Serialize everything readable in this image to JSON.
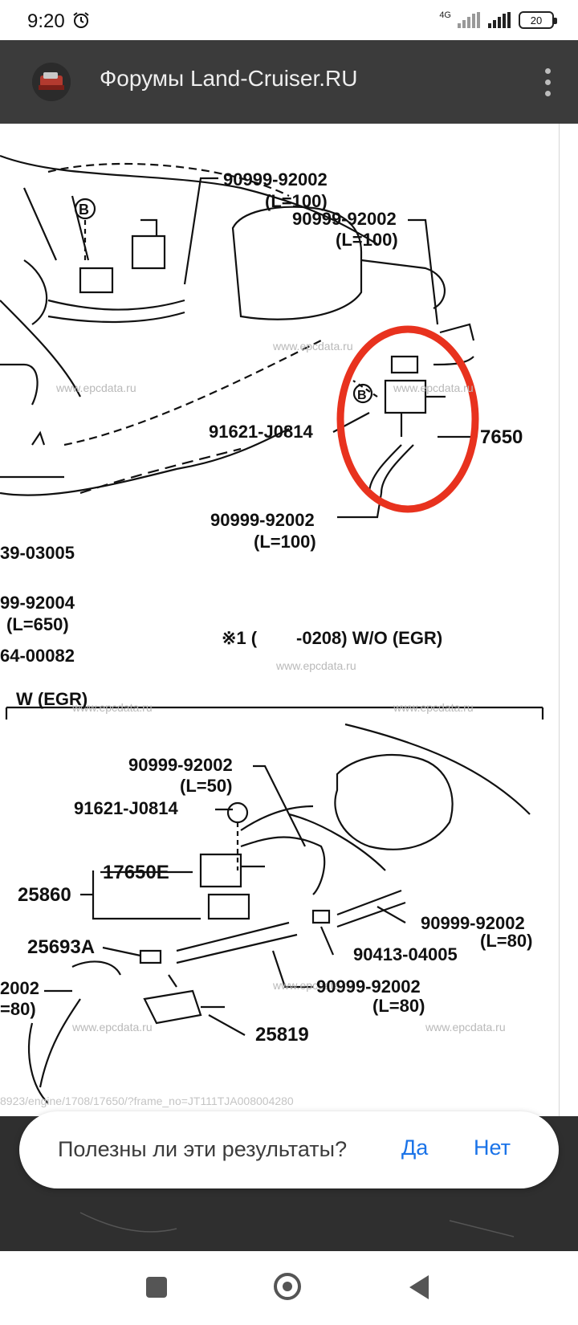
{
  "status": {
    "time": "9:20",
    "network": "4G",
    "battery": "20"
  },
  "header": {
    "site_title": "Форумы Land-Cruiser.RU"
  },
  "diagram": {
    "watermark": "www.epcdata.ru",
    "ref_b": "B",
    "top": {
      "hose_1": "90999-92002",
      "hose_1_len": "(L=100)",
      "hose_2": "90999-92002",
      "hose_2_len": "(L=100)",
      "clip": "91621-J0814",
      "valve": "7650",
      "hose_3": "90999-92002",
      "hose_3_len": "(L=100)",
      "left_1": "39-03005",
      "left_2": "99-92004",
      "left_2_len": "(L=650)",
      "left_3": "64-00082",
      "note": "※1 (        -0208) W/O (EGR)"
    },
    "bottom": {
      "section": "W (EGR)",
      "hose_a": "90999-92002",
      "hose_a_len": "(L=50)",
      "clip": "91621-J0814",
      "valve": "17650E",
      "bracket": "25860",
      "hose_b": "90999-92002",
      "hose_b_len": "(L=80)",
      "filter": "25693A",
      "union": "90413-04005",
      "hose_c": "90999-92002",
      "hose_c_len": "(L=80)",
      "hose_d": "2002",
      "hose_d_len": "=80)",
      "vsv": "25819"
    },
    "url_fragment": "8923/engine/1708/17650/?frame_no=JT111TJA008004280"
  },
  "feedback": {
    "question": "Полезны ли эти результаты?",
    "yes": "Да",
    "no": "Нет"
  },
  "colors": {
    "highlight": "#e8321e",
    "viewer_bg": "#3b3b3b",
    "link": "#1a73e8"
  }
}
